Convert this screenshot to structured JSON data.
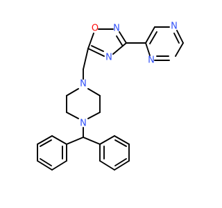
{
  "molecule": {
    "atoms": {
      "oxadiazole_o": {
        "symbol": "O",
        "color": "#ff0d0d"
      },
      "oxadiazole_n2": {
        "symbol": "N",
        "color": "#3050f8"
      },
      "oxadiazole_n4": {
        "symbol": "N",
        "color": "#3050f8"
      },
      "pyrazine_n1": {
        "symbol": "N",
        "color": "#3050f8"
      },
      "pyrazine_n4": {
        "symbol": "N",
        "color": "#3050f8"
      },
      "piperazine_n1": {
        "symbol": "N",
        "color": "#3050f8"
      },
      "piperazine_n4": {
        "symbol": "N",
        "color": "#3050f8"
      }
    },
    "bond_color": "#000000"
  }
}
